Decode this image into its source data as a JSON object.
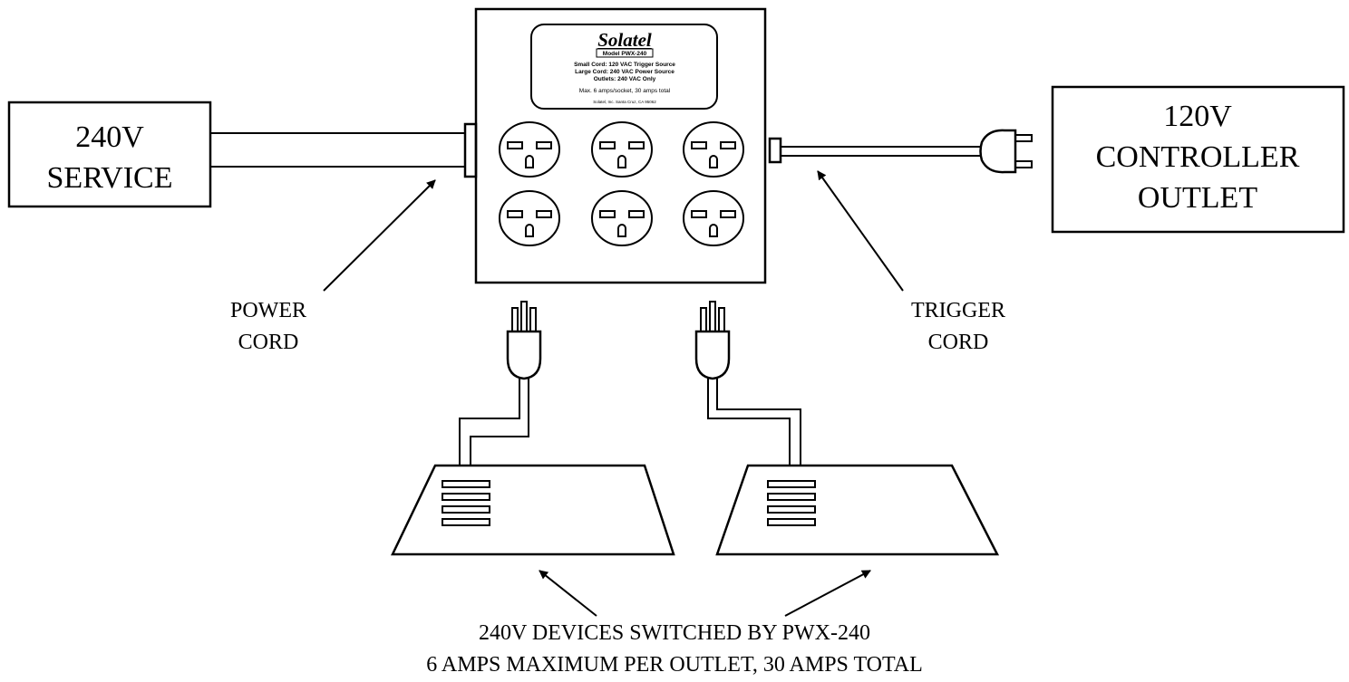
{
  "service_box": {
    "line1": "240V",
    "line2": "SERVICE"
  },
  "controller_box": {
    "line1": "120V",
    "line2": "CONTROLLER",
    "line3": "OUTLET"
  },
  "unit_label": {
    "brand": "Solatel",
    "model": "Model PWX-240",
    "spec1": "Small Cord: 120 VAC Trigger Source",
    "spec2": "Large Cord: 240 VAC Power Source",
    "spec3": "Outlets: 240 VAC Only",
    "rating": "Max. 6 amps/socket, 30 amps total",
    "address": "Solatel, Inc. Santa Cruz, CA 95062"
  },
  "callouts": {
    "power_cord": {
      "line1": "POWER",
      "line2": "CORD"
    },
    "trigger_cord": {
      "line1": "TRIGGER",
      "line2": "CORD"
    },
    "devices": {
      "line1": "240V DEVICES SWITCHED BY PWX-240",
      "line2": "6 AMPS MAXIMUM PER OUTLET, 30 AMPS TOTAL"
    }
  }
}
